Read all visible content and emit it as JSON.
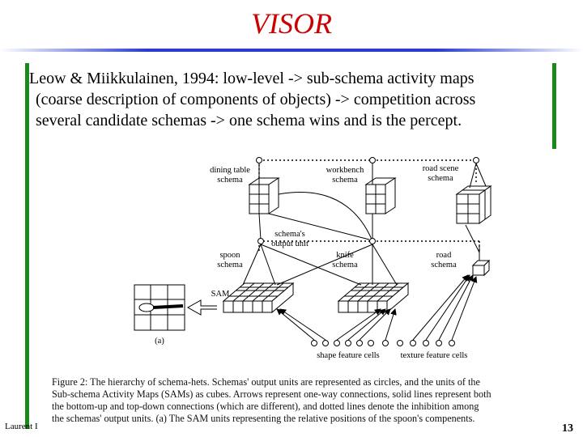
{
  "slide": {
    "title": "VISOR",
    "body_lines": [
      "Leow & Miikkulainen, 1994: low-level -> sub-schema activity maps",
      "(coarse description of components of objects) -> competition across",
      "several candidate schemas -> one schema wins and is the percept."
    ],
    "footer_left": "Laurent I",
    "page_number": "13"
  },
  "figure": {
    "labels": {
      "dining_table": [
        "dining table",
        "schema"
      ],
      "workbench": [
        "workbench",
        "schema"
      ],
      "road_scene": [
        "road scene",
        "schema"
      ],
      "output_unit": [
        "schema's",
        "output unit"
      ],
      "spoon": [
        "spoon",
        "schema"
      ],
      "knife": [
        "knife",
        "schema"
      ],
      "road": [
        "road",
        "schema"
      ],
      "sam": "SAM",
      "panel_a": "(a)",
      "shape_cells": "shape feature cells",
      "texture_cells": "texture feature cells"
    },
    "caption_lines": [
      "Figure 2: The hierarchy of schema-hets. Schemas' output units are represented as circles, and the units of the",
      "Sub-schema Activity Maps (SAMs) as cubes. Arrows represent one-way connections, solid lines represent both",
      "the bottom-up and top-down connections (which are different), and dotted lines denote the inhibition among",
      "the schemas' output units. (a) The SAM units representing the relative positions of the spoon's compenents."
    ]
  },
  "colors": {
    "title": "#cc0000",
    "rule": "#2a3cd0",
    "side_bars": "#1a8a1a"
  }
}
